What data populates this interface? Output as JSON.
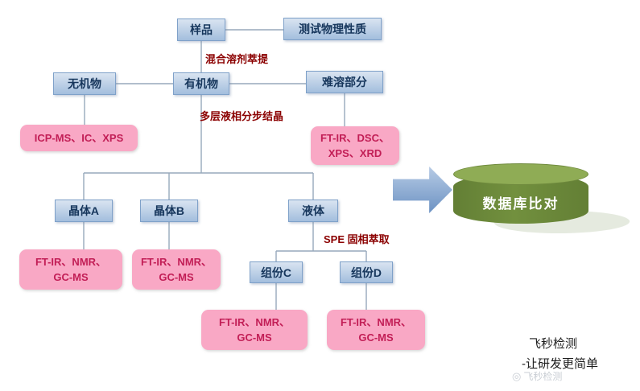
{
  "flow": {
    "sample": "样品",
    "physical_test": "测试物理性质",
    "solvent_extraction_label": "混合溶剂萃提",
    "inorganic": "无机物",
    "organic": "有机物",
    "insoluble": "难溶部分",
    "crystallization_label": "多层液相分步结晶",
    "inorganic_methods": "ICP-MS、IC、XPS",
    "insoluble_methods": [
      "FT-IR、DSC、",
      "XPS、XRD"
    ],
    "crystal_a": "晶体A",
    "crystal_b": "晶体B",
    "liquid": "液体",
    "spe_label": "SPE 固相萃取",
    "component_c": "组份C",
    "component_d": "组份D",
    "crystal_a_methods": [
      "FT-IR、NMR、",
      "GC-MS"
    ],
    "crystal_b_methods": [
      "FT-IR、NMR、",
      "GC-MS"
    ],
    "component_c_methods": [
      "FT-IR、NMR、",
      "GC-MS"
    ],
    "component_d_methods": [
      "FT-IR、NMR、",
      "GC-MS"
    ],
    "database": "数据库比对"
  },
  "branding": {
    "line1": "飞秒检测",
    "line2": "-让研发更简单",
    "watermark": "飞秒检测"
  },
  "colors": {
    "node_top": "#d9e4f1",
    "node_bottom": "#a3bedd",
    "node_border": "#7fa1c9",
    "node_text": "#16365c",
    "method_fill": "#f9a8c5",
    "method_text": "#c21e56",
    "annotation_text": "#8b0000",
    "connector": "#97a9bc",
    "arrow_light": "#b7cbe5",
    "arrow_dark": "#6c92c3",
    "cylinder_top": "#8fac55",
    "cylinder_body": "#637f35",
    "database_text": "#ffffff"
  }
}
